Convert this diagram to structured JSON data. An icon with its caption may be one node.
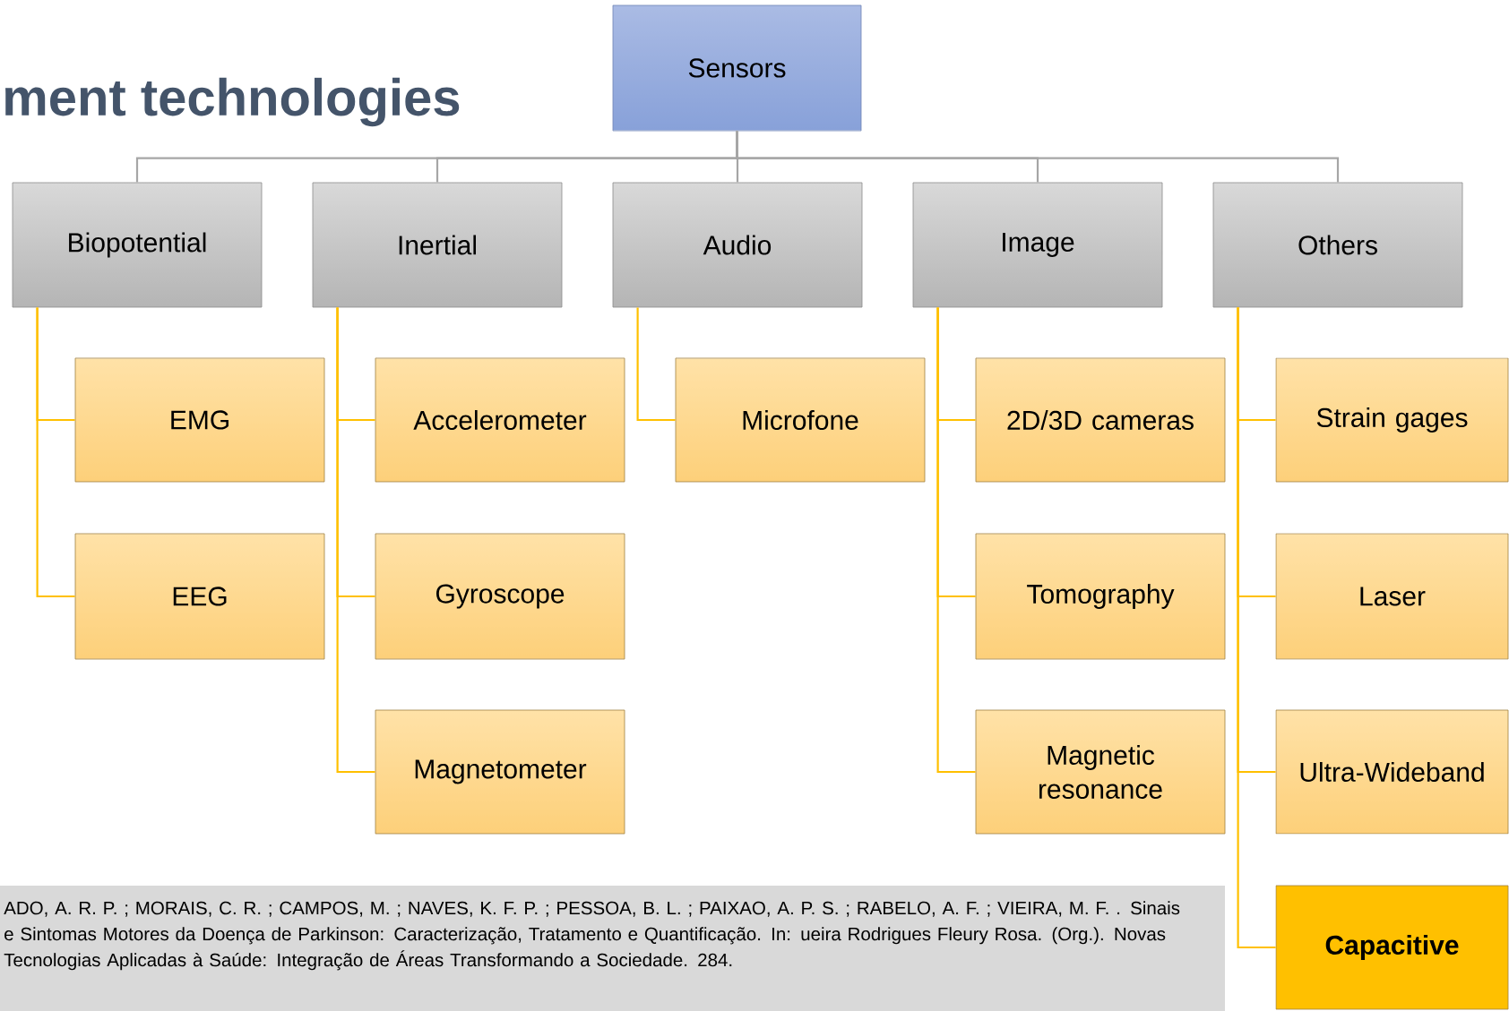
{
  "diagram": {
    "title": "ment technologies",
    "caption": "ADO, A. R. P. ; MORAIS, C. R. ; CAMPOS, M. ; NAVES, K. F. P. ; PESSOA, B. L. ; PAIXAO, A. P. S. ; RABELO, A. F. ; VIEIRA, M. F. . Sinais e Sintomas Motores da Doença de Parkinson: Caracterização, Tratamento e Quantificação. In: ueira Rodrigues Fleury Rosa. (Org.). Novas Tecnologias Aplicadas à Saúde: Integração de Áreas Transformando a Sociedade. 284.",
    "nodes": [
      {
        "text": [
          "Sensors"
        ]
      },
      {
        "text": [
          "Biopotential"
        ]
      },
      {
        "text": [
          "Inertial"
        ]
      },
      {
        "text": [
          "Audio"
        ]
      },
      {
        "text": [
          "Image"
        ]
      },
      {
        "text": [
          "Others"
        ]
      },
      {
        "text": [
          "EMG"
        ]
      },
      {
        "text": [
          "EEG"
        ]
      },
      {
        "text": [
          "Accelerometer"
        ]
      },
      {
        "text": [
          "Gyroscope"
        ]
      },
      {
        "text": [
          "Magnetometer"
        ]
      },
      {
        "text": [
          "Microfone"
        ]
      },
      {
        "text": [
          "2D/3D cameras"
        ]
      },
      {
        "text": [
          "Tomography"
        ]
      },
      {
        "text": [
          "Magnetic resonance"
        ]
      },
      {
        "text": [
          "Strain gages"
        ]
      },
      {
        "text": [
          "Laser"
        ]
      },
      {
        "text": [
          "Ultra-Wideband"
        ]
      },
      {
        "text": [
          "Capacitive"
        ]
      }
    ],
    "edges": [
      {
        "from": 0,
        "to": 1,
        "arrow": "none",
        "color": "#a6a6a6"
      },
      {
        "from": 0,
        "to": 2,
        "arrow": "none",
        "color": "#a6a6a6"
      },
      {
        "from": 0,
        "to": 3,
        "arrow": "none",
        "color": "#a6a6a6"
      },
      {
        "from": 0,
        "to": 4,
        "arrow": "none",
        "color": "#a6a6a6"
      },
      {
        "from": 0,
        "to": 5,
        "arrow": "none",
        "color": "#a6a6a6"
      },
      {
        "from": 1,
        "to": 6,
        "arrow": "none"
      },
      {
        "from": 1,
        "to": 7,
        "arrow": "none"
      },
      {
        "from": 2,
        "to": 8,
        "arrow": "none"
      },
      {
        "from": 2,
        "to": 9,
        "arrow": "none"
      },
      {
        "from": 2,
        "to": 10,
        "arrow": "none"
      },
      {
        "from": 3,
        "to": 11,
        "arrow": "none"
      },
      {
        "from": 4,
        "to": 12,
        "arrow": "none"
      },
      {
        "from": 4,
        "to": 13,
        "arrow": "none"
      },
      {
        "from": 4,
        "to": 14,
        "arrow": "none"
      },
      {
        "from": 5,
        "to": 15,
        "arrow": "none"
      },
      {
        "from": 5,
        "to": 16,
        "arrow": "none"
      },
      {
        "from": 5,
        "to": 17,
        "arrow": "none"
      },
      {
        "from": 5,
        "to": 18,
        "arrow": "none"
      }
    ]
  }
}
